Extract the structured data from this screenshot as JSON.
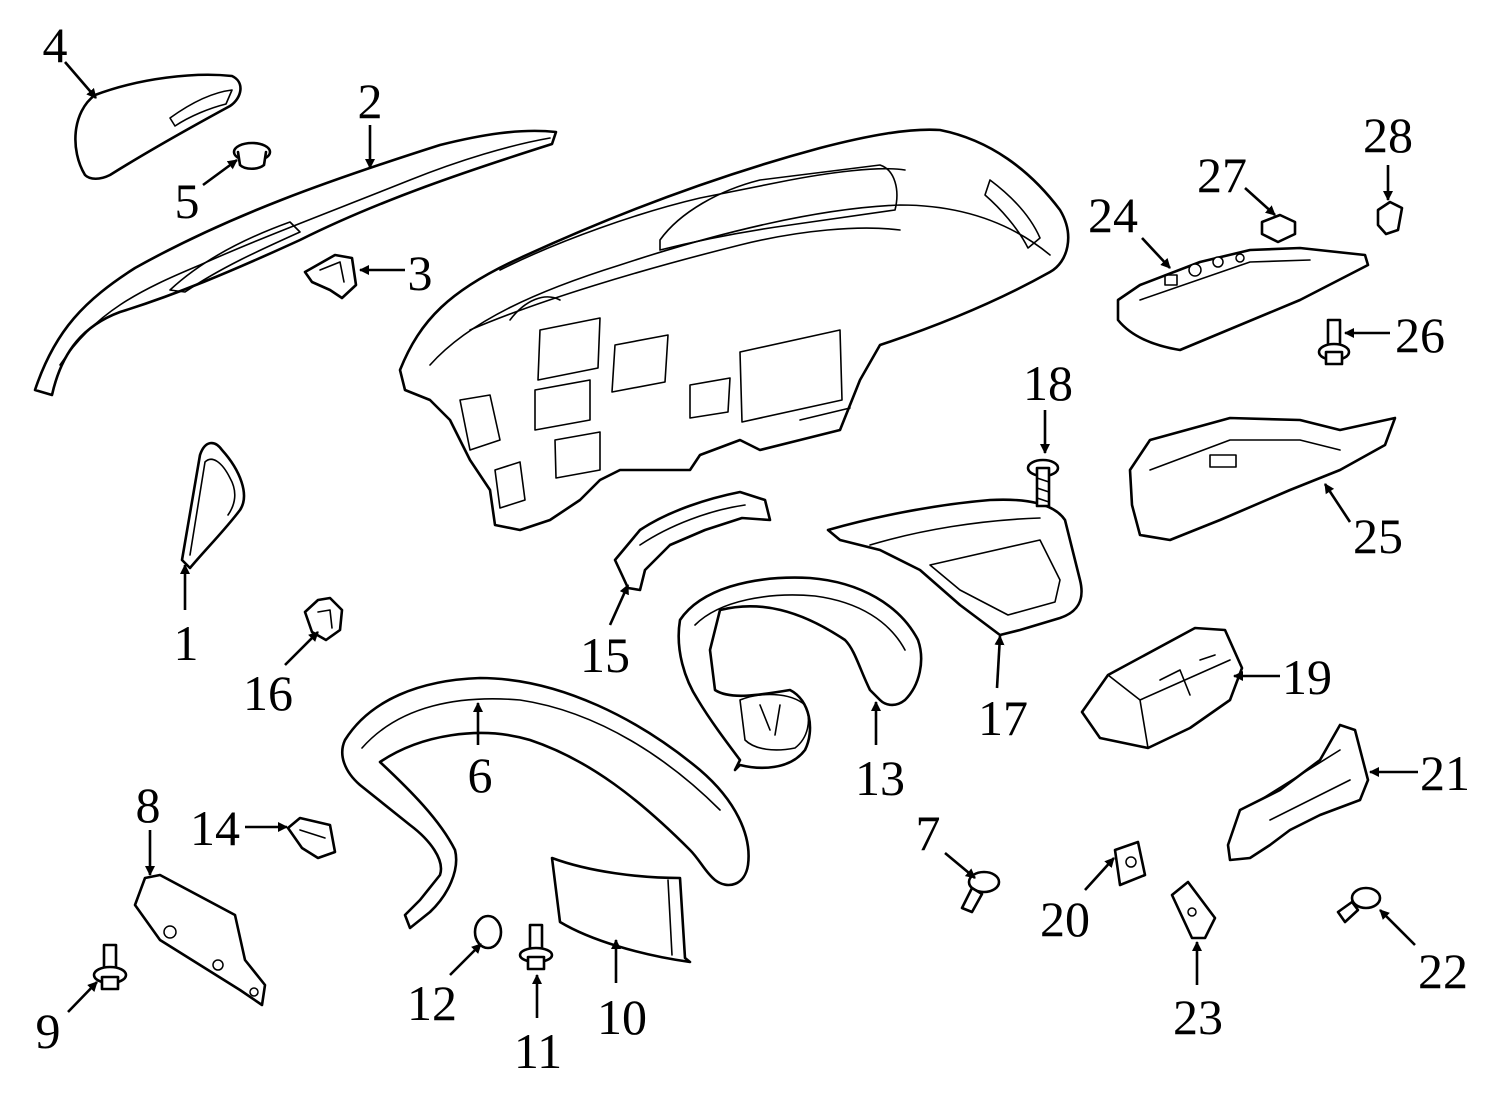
{
  "diagram": {
    "highlight_color": "#cde3f0",
    "line_color": "#000000",
    "background_color": "#ffffff",
    "highlighted_part": "2",
    "callouts": [
      {
        "id": "1",
        "label": "1"
      },
      {
        "id": "2",
        "label": "2"
      },
      {
        "id": "3",
        "label": "3"
      },
      {
        "id": "4",
        "label": "4"
      },
      {
        "id": "5",
        "label": "5"
      },
      {
        "id": "6",
        "label": "6"
      },
      {
        "id": "7",
        "label": "7"
      },
      {
        "id": "8",
        "label": "8"
      },
      {
        "id": "9",
        "label": "9"
      },
      {
        "id": "10",
        "label": "10"
      },
      {
        "id": "11",
        "label": "11"
      },
      {
        "id": "12",
        "label": "12"
      },
      {
        "id": "13",
        "label": "13"
      },
      {
        "id": "14",
        "label": "14"
      },
      {
        "id": "15",
        "label": "15"
      },
      {
        "id": "16",
        "label": "16"
      },
      {
        "id": "17",
        "label": "17"
      },
      {
        "id": "18",
        "label": "18"
      },
      {
        "id": "19",
        "label": "19"
      },
      {
        "id": "20",
        "label": "20"
      },
      {
        "id": "21",
        "label": "21"
      },
      {
        "id": "22",
        "label": "22"
      },
      {
        "id": "23",
        "label": "23"
      },
      {
        "id": "24",
        "label": "24"
      },
      {
        "id": "25",
        "label": "25"
      },
      {
        "id": "26",
        "label": "26"
      },
      {
        "id": "27",
        "label": "27"
      },
      {
        "id": "28",
        "label": "28"
      }
    ]
  }
}
